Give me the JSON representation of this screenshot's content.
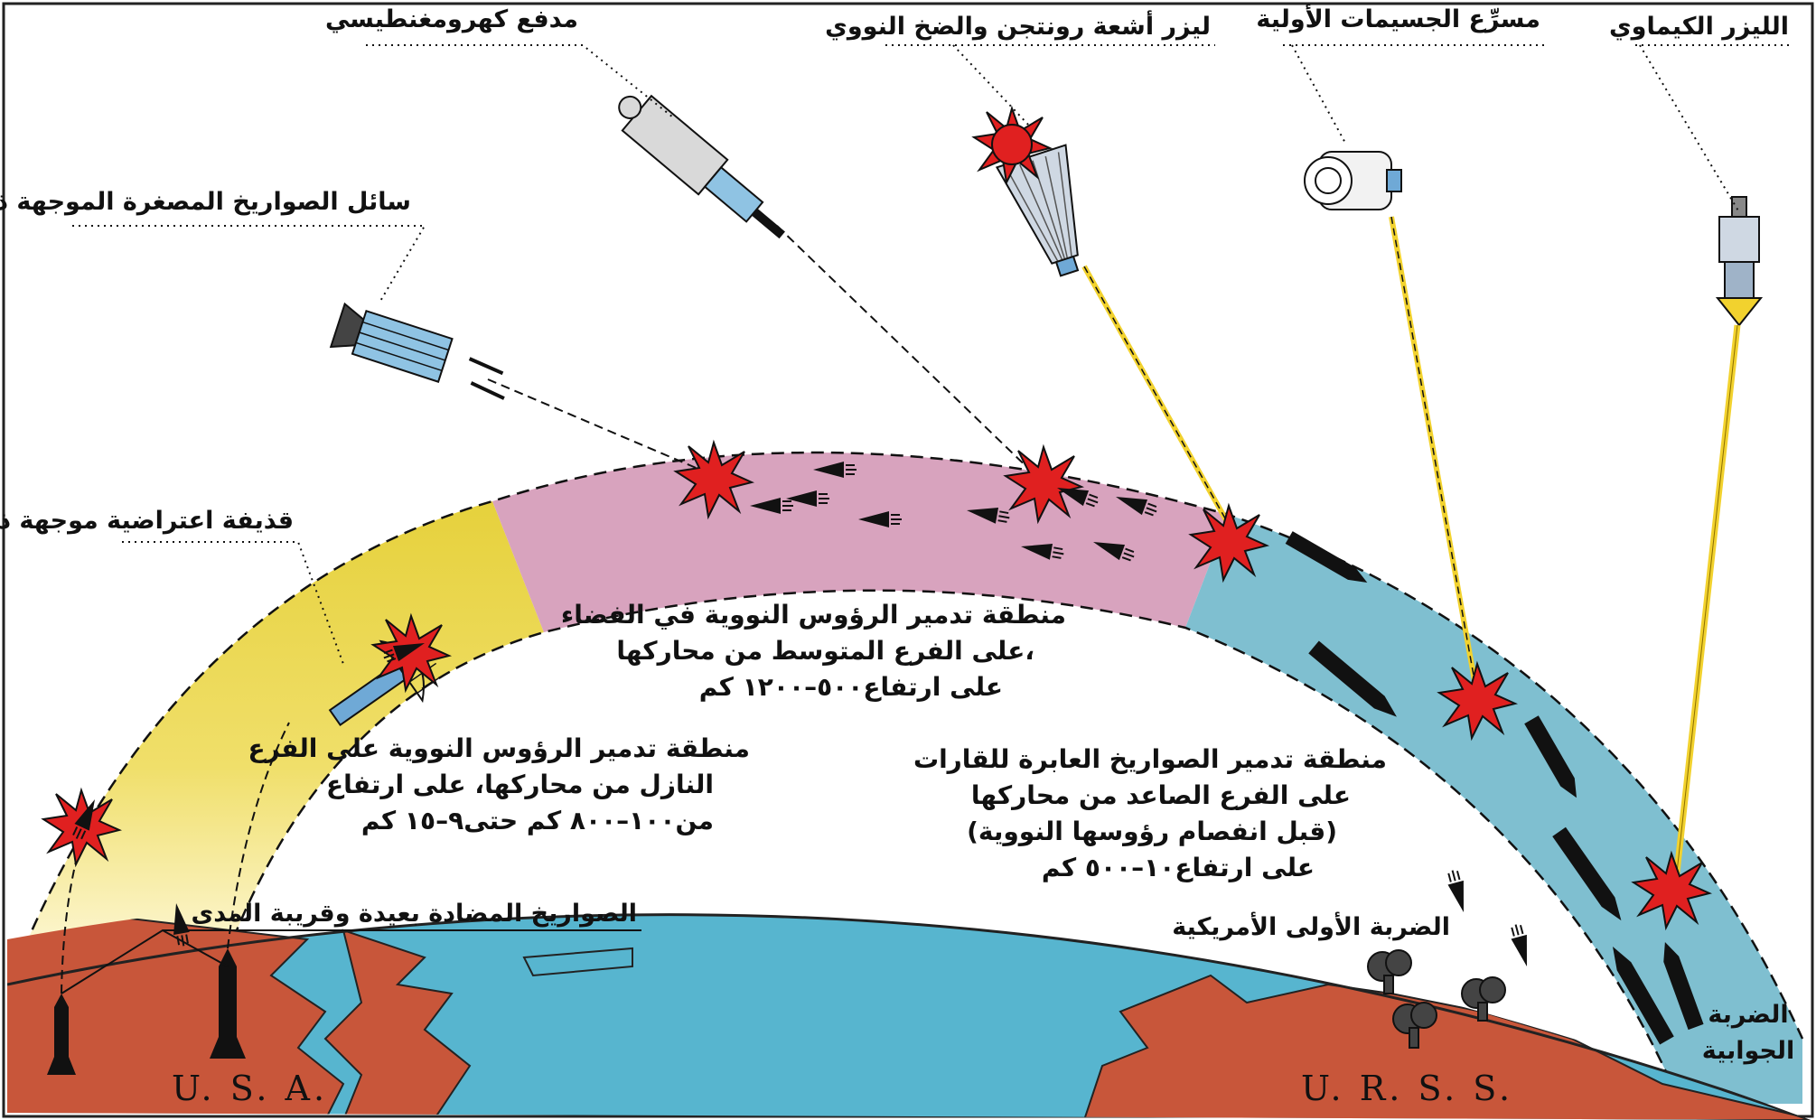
{
  "labels": {
    "electromagnetic_gun": "مدفع كهرومغنطيسي",
    "xray_laser": "ليزر أشعة رونتجن والضخ النووي",
    "particle_accelerator": "مسرِّع الجسيمات الأولية",
    "chemical_laser": "الليزر الكيماوي",
    "smart_rocks": "سائل الصواريخ المصغرة الموجهة ذاتياً",
    "homing_interceptor": "قذيفة اعتراضية موجهة ذاتياً",
    "ground_missiles": "الصواريخ المضادة بعيدة وقريبة المدى",
    "us_first_strike": "الضربة الأولى الأمريكية",
    "counter_strike_l1": "الضربة",
    "counter_strike_l2": "الجوابية"
  },
  "zones": {
    "midcourse": [
      "منطقة تدمير الرؤوس النووية في الفضاء",
      "على الفرع المتوسط من محاركها،",
      "على ارتفاع٥٠٠–١٢٠٠ كم"
    ],
    "terminal": [
      "منطقة تدمير الرؤوس النووية على الفرع",
      "النازل من محاركها، على ارتفاع",
      "من١٠٠–٨٠٠ كم حتى٩–١٥ كم"
    ],
    "boost": [
      "منطقة تدمير الصواريخ العابرة للقارات",
      "على الفرع الصاعد من محاركها",
      "(قبل انفصام رؤوسها النووية)",
      "على ارتفاع١٠–٥٠٠ كم"
    ]
  },
  "countries": {
    "left": "U.  S.  A.",
    "right": "U. R. S. S."
  },
  "colors": {
    "terminal_zone": "#e6d13c",
    "midcourse_zone": "#d8a3be",
    "boost_zone": "#7fbfd0",
    "ocean": "#57b5cf",
    "land": "#c8563a",
    "explosion": "#e02020",
    "beam": "#f2d22e"
  }
}
